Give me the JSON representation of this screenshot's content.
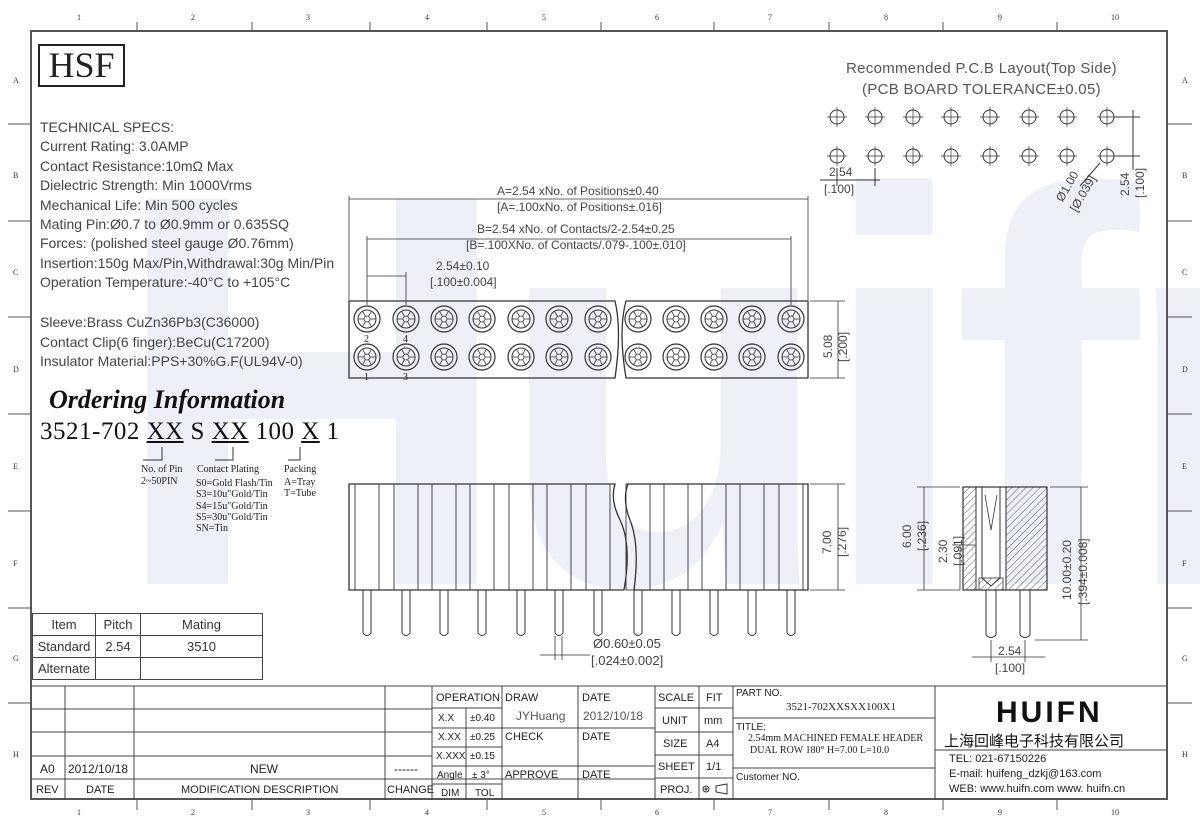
{
  "zone_numbers": [
    "1",
    "2",
    "3",
    "4",
    "5",
    "6",
    "7",
    "8",
    "9",
    "10"
  ],
  "zone_letters": [
    "A",
    "B",
    "C",
    "D",
    "E",
    "F",
    "G",
    "H"
  ],
  "brand_box": "HSF",
  "watermark": "Huifn",
  "tech_specs": {
    "title": "TECHNICAL SPECS:",
    "lines": [
      "Current Rating: 3.0AMP",
      "Contact Resistance:10mΩ Max",
      "Dielectric Strength: Min 1000Vrms",
      "Mechanical Life: Min 500 cycles",
      "Mating Pin:Ø0.7 to Ø0.9mm or 0.635SQ",
      "Forces: (polished steel gauge Ø0.76mm)",
      "Insertion:150g Max/Pin,Withdrawal:30g Min/Pin",
      "Operation Temperature:-40°C to +105°C"
    ]
  },
  "materials": [
    "Sleeve:Brass CuZn36Pb3(C36000)",
    "Contact Clip(6 finger):BeCu(C17200)",
    "Insulator Material:PPS+30%G.F(UL94V-0)"
  ],
  "ordering": {
    "title": "Ordering Information",
    "code_prefix": "3521-702 ",
    "code_xx1": "XX",
    "code_s": " S ",
    "code_xx2": "XX",
    "code_100": " 100 ",
    "code_x": "X",
    "code_1": " 1",
    "pin_label": "No. of Pin",
    "pin_range": "2~50PIN",
    "plating_title": "Contact Plating",
    "plating_options": [
      "S0=Gold Flash/Tin",
      "S3=10u\"Gold/Tin",
      "S4=15u\"Gold/Tin",
      "S5=30u\"Gold/Tin",
      "SN=Tin"
    ],
    "packing_title": "Packing",
    "packing_options": [
      "A=Tray",
      "T=Tube"
    ]
  },
  "pcb": {
    "title1": "Recommended P.C.B Layout(Top Side)",
    "title2": "(PCB BOARD TOLERANCE±0.05)",
    "pitch": "2.54",
    "pitch_in": "[.100]",
    "hole": "Ø1.00",
    "hole_in": "[Ø.039]",
    "row": "2.54",
    "row_in": "[.100]"
  },
  "top_view": {
    "dim_a": "A=2.54 xNo. of Positions±0.40",
    "dim_a_in": "[A=.100xNo. of Positions±.016]",
    "dim_b": "B=2.54 xNo. of Contacts/2-2.54±0.25",
    "dim_b_in": "[B=.100XNo. of Contacts/.079-.100±.010]",
    "dim_p": "2.54±0.10",
    "dim_p_in": "[.100±0.004]",
    "height": "5.08",
    "height_in": "[.200]",
    "pin_numbers": [
      "2",
      "4",
      "1",
      "3"
    ]
  },
  "side_view": {
    "body_h": "7.00",
    "body_h_in": "[.276]",
    "pin_d": "Ø0.60±0.05",
    "pin_d_in": "[.024±0.002]"
  },
  "section": {
    "d1": "6.00",
    "d1_in": "[.236]",
    "d2": "2.30",
    "d2_in": "[.091]",
    "d3": "10.00±0.20",
    "d3_in": "[.394±0.008]",
    "w": "2.54",
    "w_in": "[.100]"
  },
  "item_table": {
    "headers": [
      "Item",
      "Pitch",
      "Mating"
    ],
    "rows": [
      [
        "Standard",
        "2.54",
        "3510"
      ],
      [
        "Alternate",
        "",
        ""
      ]
    ]
  },
  "title_block": {
    "rev_row": {
      "rev": "A0",
      "date": "2012/10/18",
      "desc": "NEW",
      "change": "------"
    },
    "headers": {
      "rev": "REV",
      "date": "DATE",
      "desc": "MODIFICATION DESCRIPTION",
      "change": "CHANGE"
    },
    "operation": "OPERATION",
    "tolerances": [
      [
        "X.X",
        "±0.40"
      ],
      [
        "X.XX",
        "±0.25"
      ],
      [
        "X.XXX",
        "±0.15"
      ],
      [
        "Angle",
        "± 3°"
      ],
      [
        "DIM",
        "TOL"
      ]
    ],
    "draw": "DRAW",
    "drawer": "JYHuang",
    "date": "DATE",
    "draw_date": "2012/10/18",
    "check": "CHECK",
    "approve": "APPROVE",
    "scale": "SCALE",
    "fit": "FIT",
    "unit": "UNIT",
    "unit_val": "mm",
    "size": "SIZE",
    "size_val": "A4",
    "sheet": "SHEET",
    "sheet_val": "1/1",
    "proj": "PROJ.",
    "part_no_label": "PART NO.",
    "part_no": "3521-702XXSXX100X1",
    "title_label": "TITLE:",
    "title_l1": "2.54mm MACHINED FEMALE HEADER",
    "title_l2": "DUAL ROW 180° H=7.00 L=10.0",
    "customer": "Customer NO."
  },
  "company": {
    "logo": "HUIFN",
    "name_cn": "上海回峰电子科技有限公司",
    "tel": "TEL: 021-67150226",
    "email": "E-mail: huifeng_dzkj@163.com",
    "web": "WEB: www.huifn.com  www. huifn.cn"
  }
}
